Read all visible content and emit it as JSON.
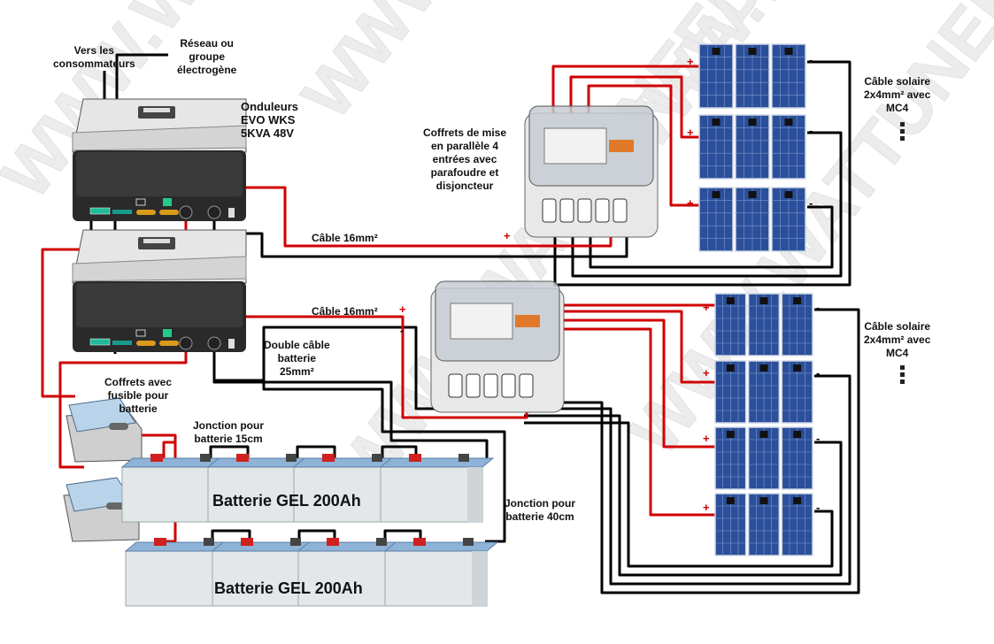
{
  "labels": {
    "consumers": "Vers les\nconsommateurs",
    "grid": "Réseau ou\ngroupe\nélectrogène",
    "inverters": "Onduleurs\nEVO WKS\n5KVA 48V",
    "combiner": "Coffrets de mise\nen parallèle 4\nentrées avec\nparafoudre et\ndisjoncteur",
    "solar_cable_1": "Câble solaire\n2x4mm² avec\nMC4",
    "solar_cable_2": "Câble solaire\n2x4mm² avec\nMC4",
    "cable_16_1": "Câble 16mm²",
    "cable_16_2": "Câble 16mm²",
    "double_battery_cable": "Double câble\nbatterie\n25mm²",
    "fuse_boxes": "Coffrets avec\nfusible pour\nbatterie",
    "jonction_15": "Jonction pour\nbatterie 15cm",
    "jonction_40": "Jonction pour\nbatterie 40cm",
    "battery_bank_1": "Batterie GEL 200Ah",
    "battery_bank_2": "Batterie GEL 200Ah",
    "plus": "+",
    "minus": "-"
  },
  "watermark": "WWW.WATTUNEED.COM",
  "colors": {
    "positive_wire": "#d00000",
    "negative_wire": "#000000",
    "panel_blue": "#2b4f9a",
    "inverter_dark": "#2a2a2a",
    "inverter_light": "#e6e6e6",
    "battery": "#e4e7ea",
    "battery_lid": "#8fb3d6"
  }
}
